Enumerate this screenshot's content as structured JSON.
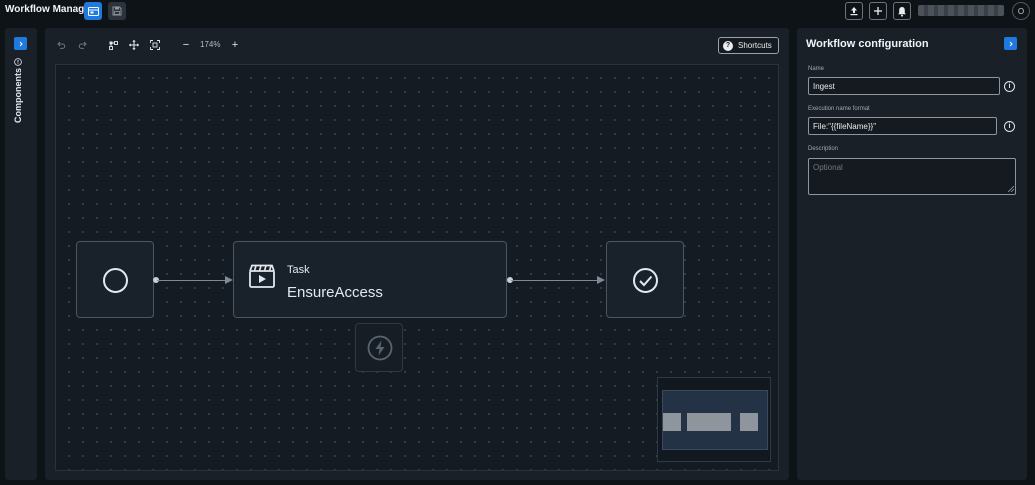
{
  "app": {
    "title": "Workflow Manager"
  },
  "topbar": {
    "designer_view_icon": "designer-view-icon",
    "save_icon": "save-icon",
    "upload_icon": "upload-icon",
    "add_icon": "plus-icon",
    "notifications_icon": "bell-icon",
    "avatar_initial": "O"
  },
  "left_rail": {
    "label": "Components",
    "toggle_icon": "chevron-right-icon"
  },
  "toolbar": {
    "undo_icon": "undo-icon",
    "redo_icon": "redo-icon",
    "layout_icon": "auto-layout-icon",
    "pan_icon": "move-icon",
    "fit_icon": "fit-view-icon",
    "zoom_out_label": "−",
    "zoom_level": "174%",
    "zoom_in_label": "+",
    "shortcuts_label": "Shortcuts"
  },
  "workflow": {
    "start_node_icon": "circle-start-icon",
    "task_node": {
      "type": "Task",
      "name": "EnsureAccess",
      "icon": "clapperboard-icon"
    },
    "end_node_icon": "check-circle-icon",
    "trigger_icon": "lightning-icon"
  },
  "config": {
    "title": "Workflow configuration",
    "name_label": "Name",
    "name_value": "Ingest",
    "exec_label": "Execution name format",
    "exec_value": "File:\"{{fileName}}\"",
    "desc_label": "Description",
    "desc_placeholder": "Optional"
  },
  "colors": {
    "accent": "#1f7ae0",
    "background": "#0e1318",
    "panel": "#192028",
    "canvas": "#141b22"
  }
}
